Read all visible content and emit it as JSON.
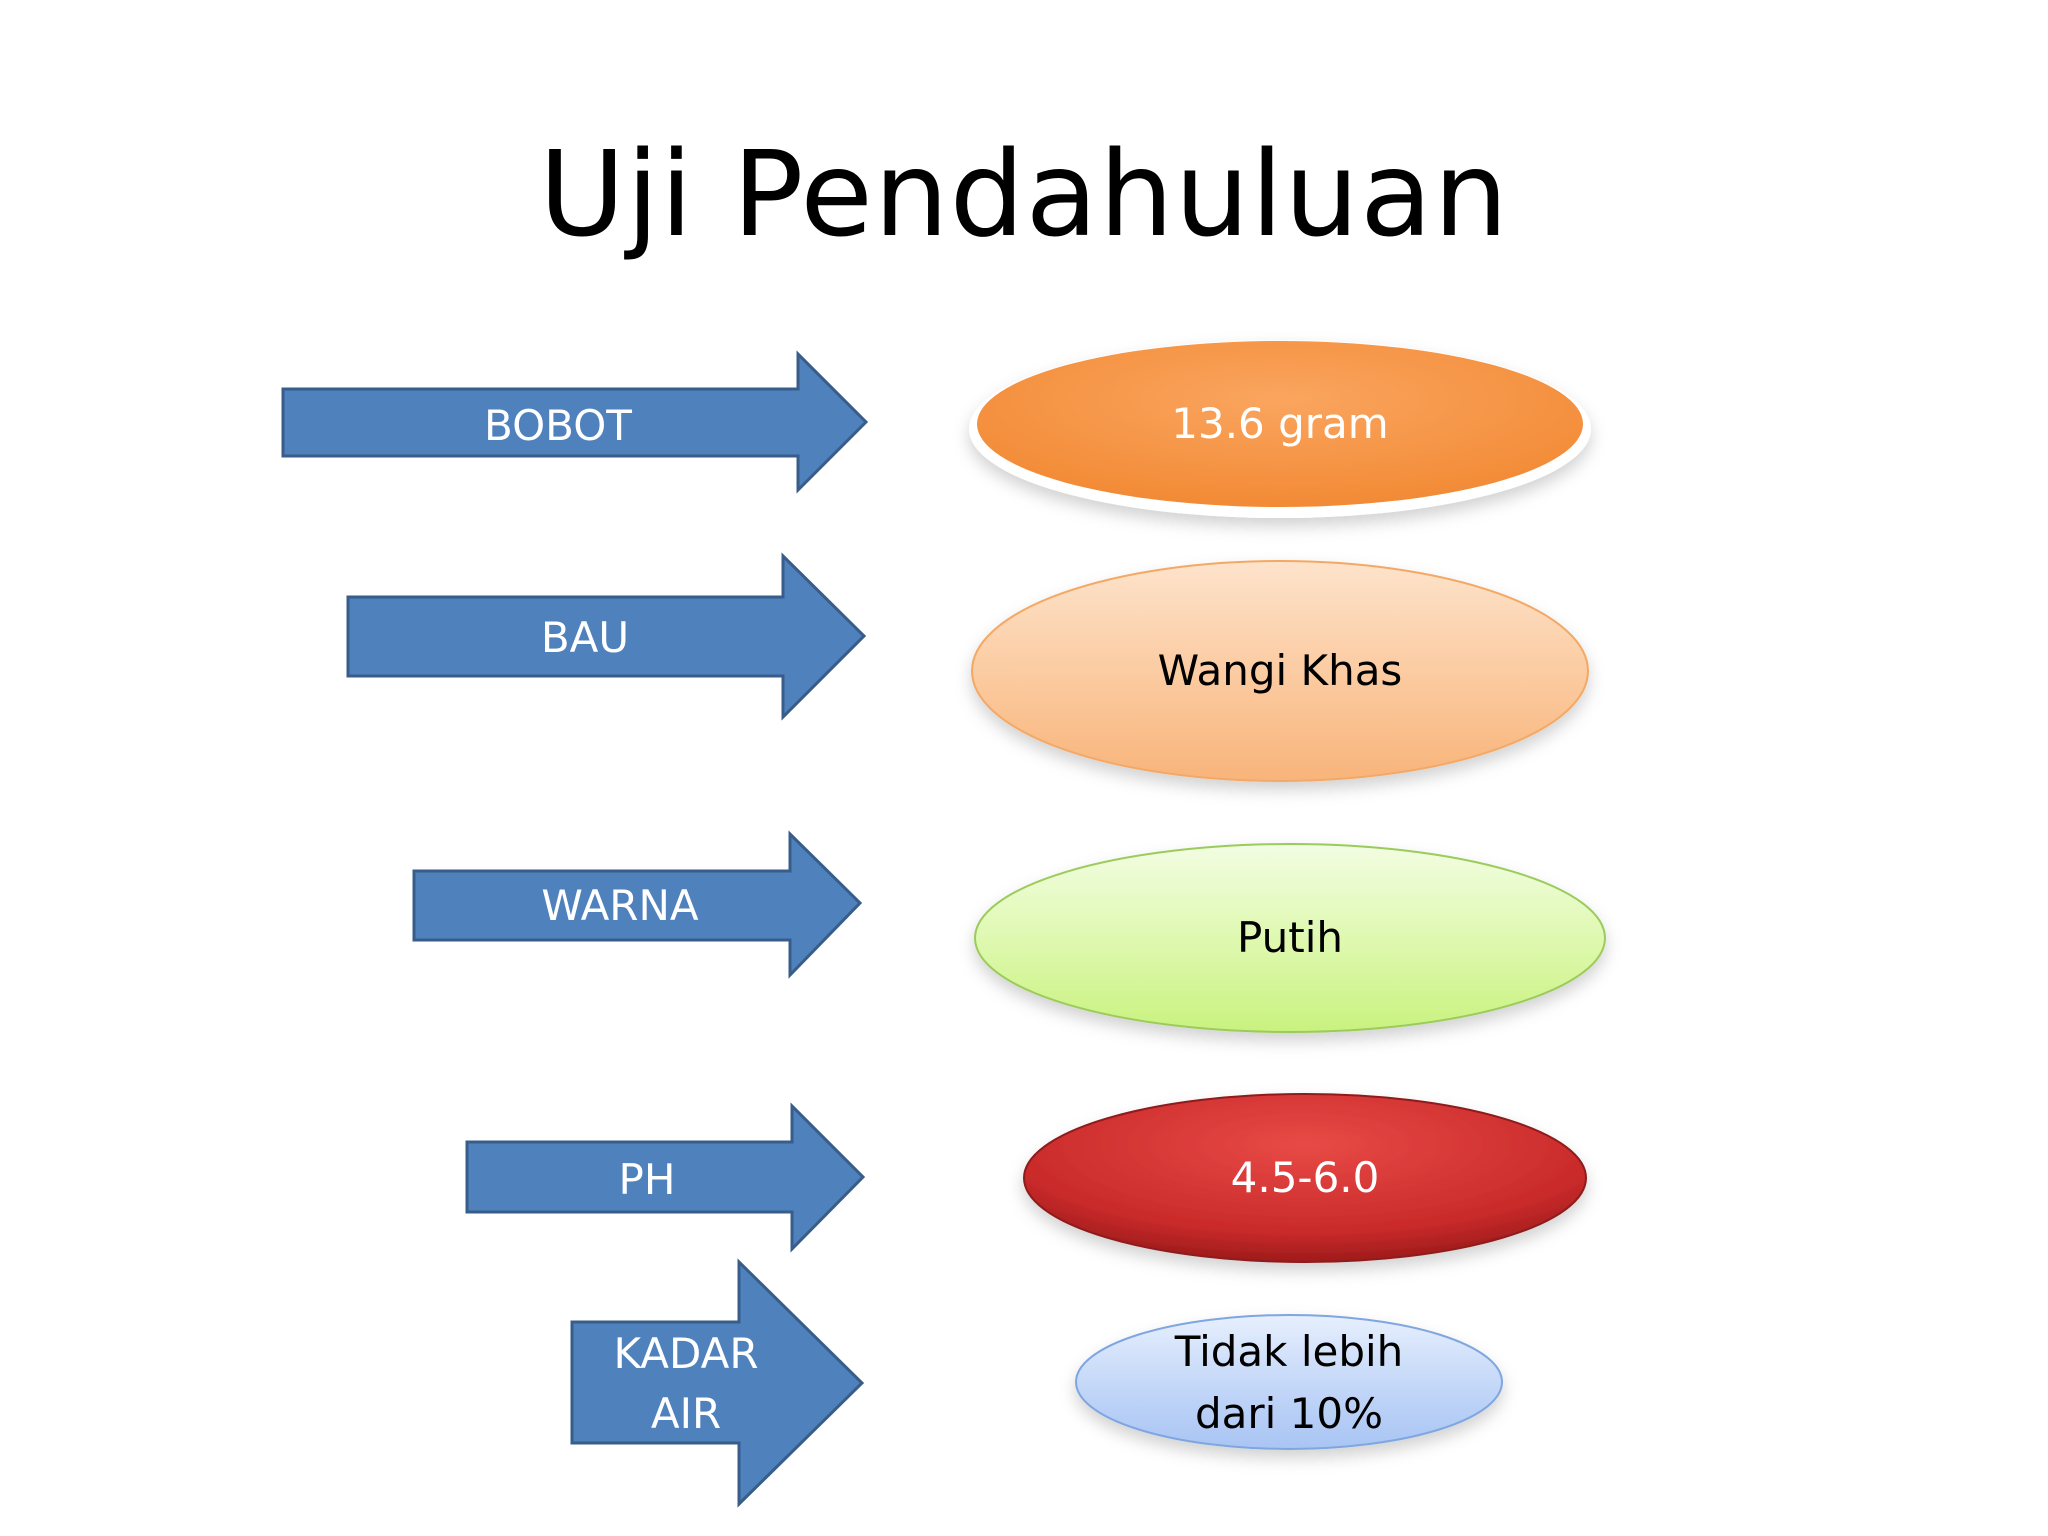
{
  "title": "Uji Pendahuluan",
  "rows": [
    {
      "label": "BOBOT",
      "value": "13.6 gram",
      "color": "#F79646"
    },
    {
      "label": "BAU",
      "value": "Wangi Khas",
      "color": "#FBC79A"
    },
    {
      "label": "WARNA",
      "value": "Putih",
      "color": "#D7F5A3"
    },
    {
      "label": "PH",
      "value": "4.5-6.0",
      "color": "#C0292A"
    },
    {
      "label_lines": [
        "KADAR",
        "AIR"
      ],
      "value_lines": [
        "Tidak lebih",
        "dari 10%"
      ],
      "color": "#BED4F7"
    }
  ],
  "colors": {
    "arrow": "#4F81BD",
    "arrow_border": "#385D8A"
  }
}
